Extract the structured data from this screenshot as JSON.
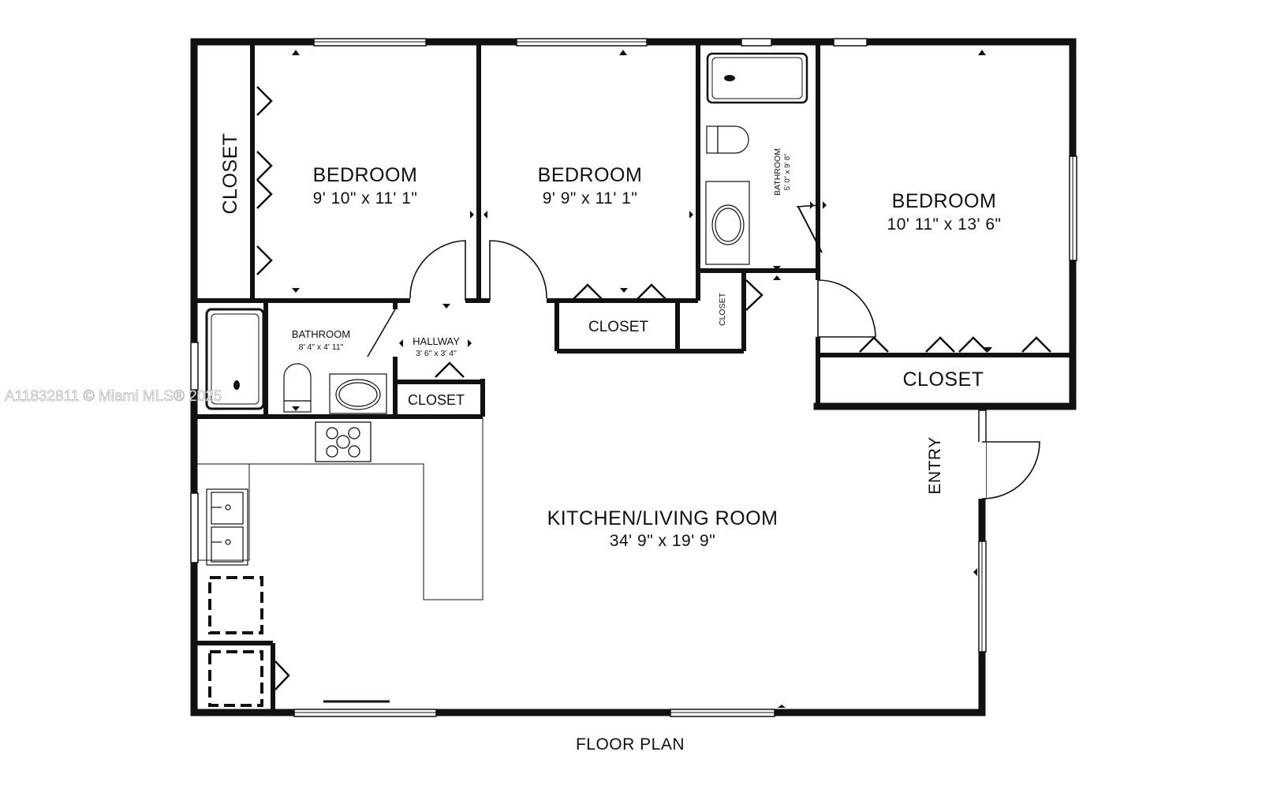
{
  "watermark": "A11832811 © Miami MLS® 2025",
  "caption": "FLOOR PLAN",
  "rooms": {
    "bedroom1": {
      "name": "BEDROOM",
      "dims": "9' 10\" x 11' 1\""
    },
    "bedroom2": {
      "name": "BEDROOM",
      "dims": "9' 9\" x 11' 1\""
    },
    "bedroom3": {
      "name": "BEDROOM",
      "dims": "10' 11\" x 13' 6\""
    },
    "bathroom1": {
      "name": "BATHROOM",
      "dims": "8' 4\" x 4' 11\""
    },
    "bathroom2": {
      "name": "BATHROOM",
      "dims": "5' 0\" x 9' 8\""
    },
    "hallway": {
      "name": "HALLWAY",
      "dims": "3' 6\" x 3' 4\""
    },
    "kitchen_living": {
      "name": "KITCHEN/LIVING ROOM",
      "dims": "34' 9\" x 19' 9\""
    },
    "entry": {
      "name": "ENTRY"
    }
  },
  "closets": {
    "left": "CLOSET",
    "hall": "CLOSET",
    "bedroom2": "CLOSET",
    "small": "CLOSET",
    "bedroom3": "CLOSET"
  }
}
